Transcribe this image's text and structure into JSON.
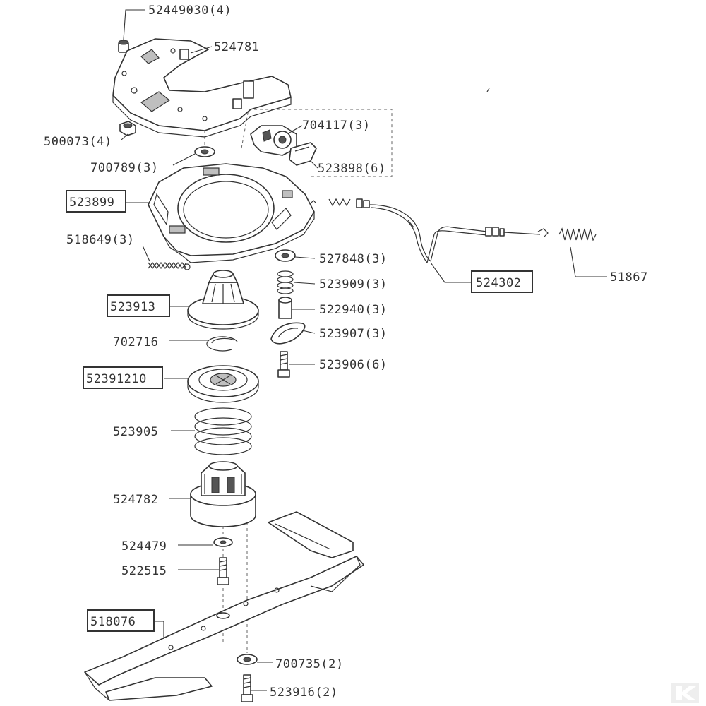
{
  "labels": {
    "l52449030": "52449030(4)",
    "l524781": "524781",
    "l500073": "500073(4)",
    "l700789": "700789(3)",
    "l704117": "704117(3)",
    "l523898": "523898(6)",
    "l523899": "523899",
    "l518649": "518649(3)",
    "l527848": "527848(3)",
    "l523909": "523909(3)",
    "l522940": "522940(3)",
    "l523907": "523907(3)",
    "l523906": "523906(6)",
    "l524302": "524302",
    "l51867": "51867",
    "l523913": "523913",
    "l702716": "702716",
    "l52391210": "52391210",
    "l523905": "523905",
    "l524782": "524782",
    "l524479": "524479",
    "l522515": "522515",
    "l518076": "518076",
    "l700735": "700735(2)",
    "l523916": "523916(2)"
  },
  "watermark": "K"
}
